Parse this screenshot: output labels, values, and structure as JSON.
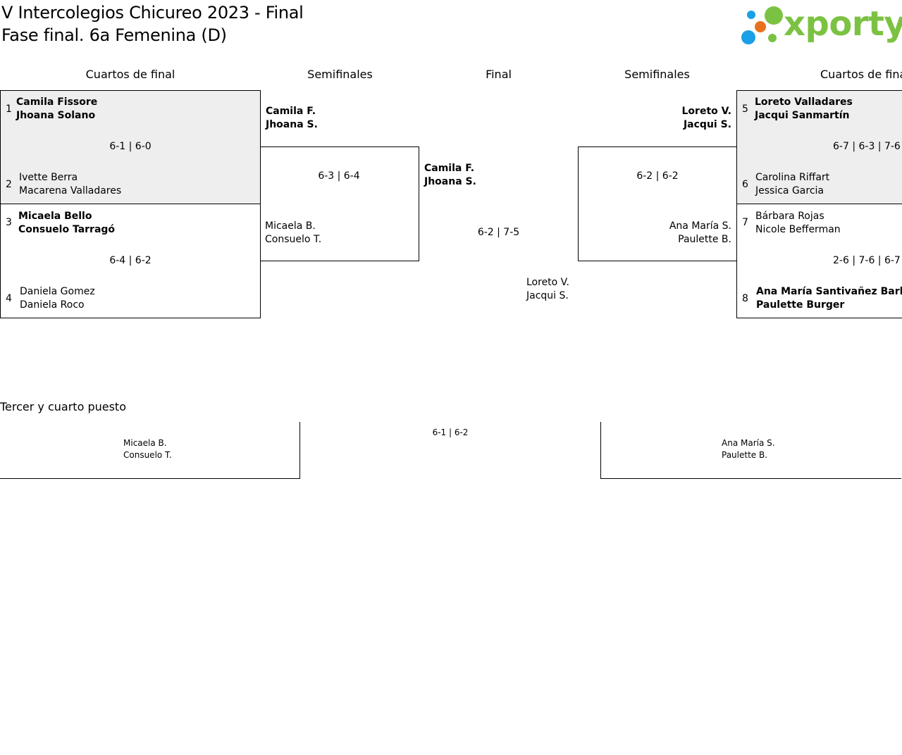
{
  "title": "V Intercolegios Chicureo 2023 - Final",
  "subtitle": "Fase final. 6a Femenina (D)",
  "logo": {
    "text": "xporty",
    "colors": [
      "#1aa0e6",
      "#e8721c",
      "#7cc242"
    ]
  },
  "headers": {
    "qf_left": "Cuartos de final",
    "sf_left": "Semifinales",
    "final": "Final",
    "sf_right": "Semifinales",
    "qf_right": "Cuartos de final"
  },
  "quarterfinals": [
    {
      "seed_a": "1",
      "a1": "Camila Fissore",
      "a2": "Jhoana Solano",
      "score": "6-1 | 6-0",
      "seed_b": "2",
      "b1": "Ivette Berra",
      "b2": "Macarena Valladares"
    },
    {
      "seed_a": "3",
      "a1": "Micaela Bello",
      "a2": "Consuelo Tarragó",
      "score": "6-4 | 6-2",
      "seed_b": "4",
      "b1": "Daniela Gomez",
      "b2": "Daniela Roco"
    },
    {
      "seed_a": "5",
      "a1": "Loreto Valladares",
      "a2": "Jacqui Sanmartín",
      "score": "6-7 | 6-3 | 7-6",
      "seed_b": "6",
      "b1": "Carolina Riffart",
      "b2": "Jessica Garcia"
    },
    {
      "seed_a": "7",
      "a1": "Bárbara Rojas",
      "a2": "Nicole Befferman",
      "score": "2-6 | 7-6 | 6-7",
      "seed_b": "8",
      "b1": "Ana María Santivañez Barbe",
      "b2": "Paulette Burger"
    }
  ],
  "semifinals": [
    {
      "a1": "Camila F.",
      "a2": "Jhoana S.",
      "score": "6-3 | 6-4",
      "b1": "Micaela B.",
      "b2": "Consuelo T."
    },
    {
      "a1": "Loreto V.",
      "a2": "Jacqui S.",
      "score": "6-2 | 6-2",
      "b1": "Ana María S.",
      "b2": "Paulette B."
    }
  ],
  "final": {
    "a1": "Camila F.",
    "a2": "Jhoana S.",
    "score": "6-2 | 7-5",
    "b1": "Loreto V.",
    "b2": "Jacqui S."
  },
  "third_place": {
    "title": "Tercer y cuarto puesto",
    "a1": "Micaela B.",
    "a2": "Consuelo T.",
    "score": "6-1 | 6-2",
    "b1": "Ana María S.",
    "b2": "Paulette B."
  }
}
